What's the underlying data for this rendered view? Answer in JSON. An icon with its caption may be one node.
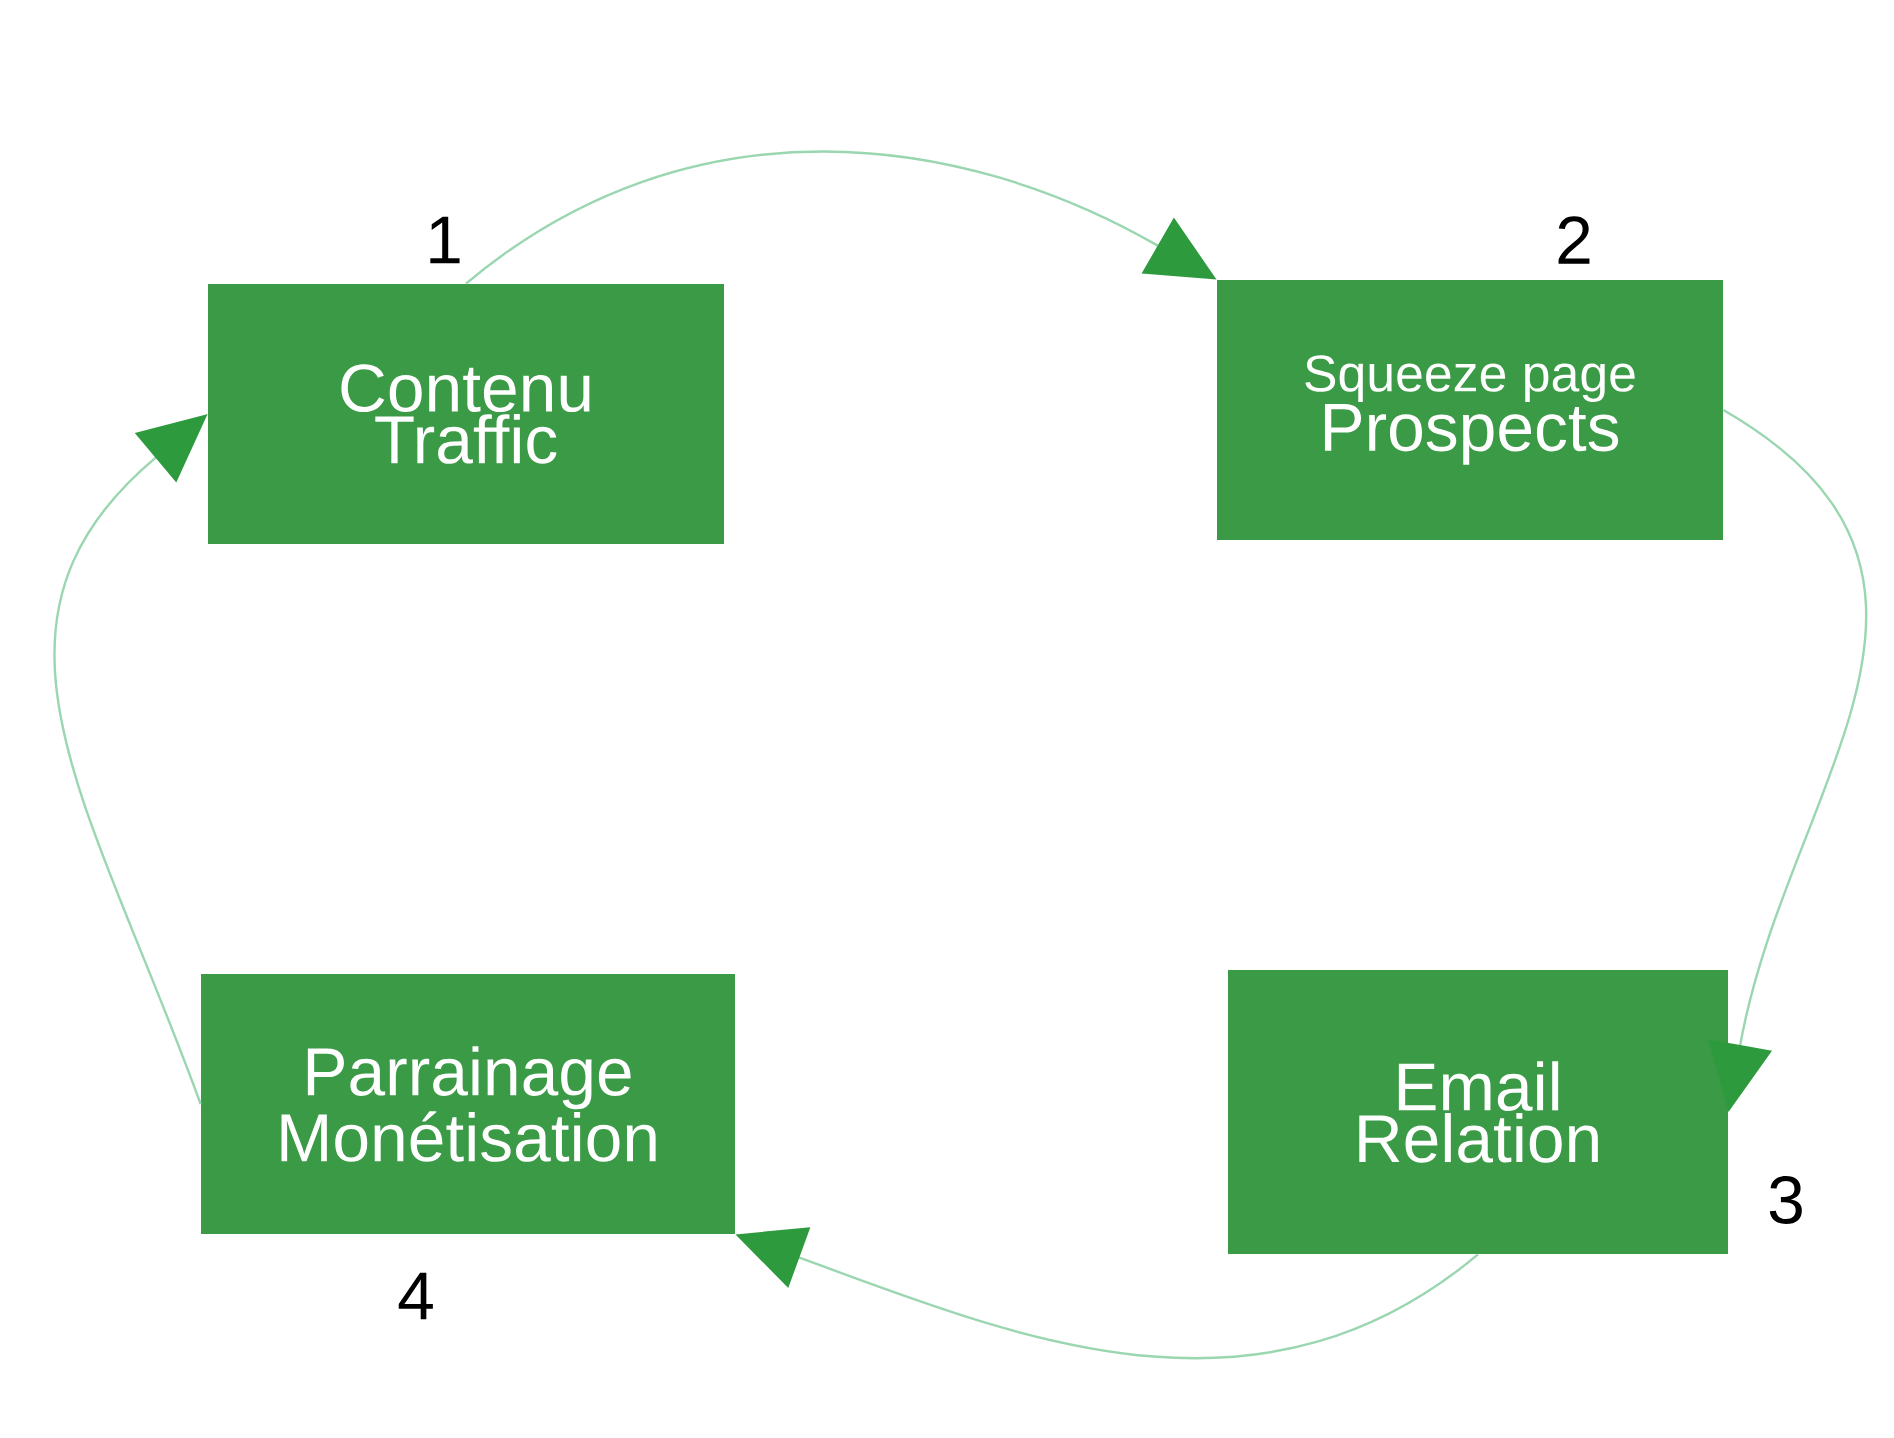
{
  "diagram": {
    "nodes": [
      {
        "text": [
          "Contenu",
          "Traffic"
        ],
        "beside": [
          "1"
        ]
      },
      {
        "text": [
          "Squeeze page",
          "Prospects"
        ],
        "beside": [
          "2"
        ]
      },
      {
        "text": [
          "Email",
          "Relation"
        ],
        "beside": [
          "3"
        ]
      },
      {
        "text": [
          "Parrainage",
          "Monétisation"
        ],
        "beside": [
          "4"
        ]
      }
    ],
    "edges": [
      {
        "from": 0,
        "to": 1,
        "arrow": "to"
      },
      {
        "from": 1,
        "to": 2,
        "arrow": "to"
      },
      {
        "from": 2,
        "to": 3,
        "arrow": "to"
      },
      {
        "from": 3,
        "to": 0,
        "arrow": "to"
      }
    ]
  }
}
